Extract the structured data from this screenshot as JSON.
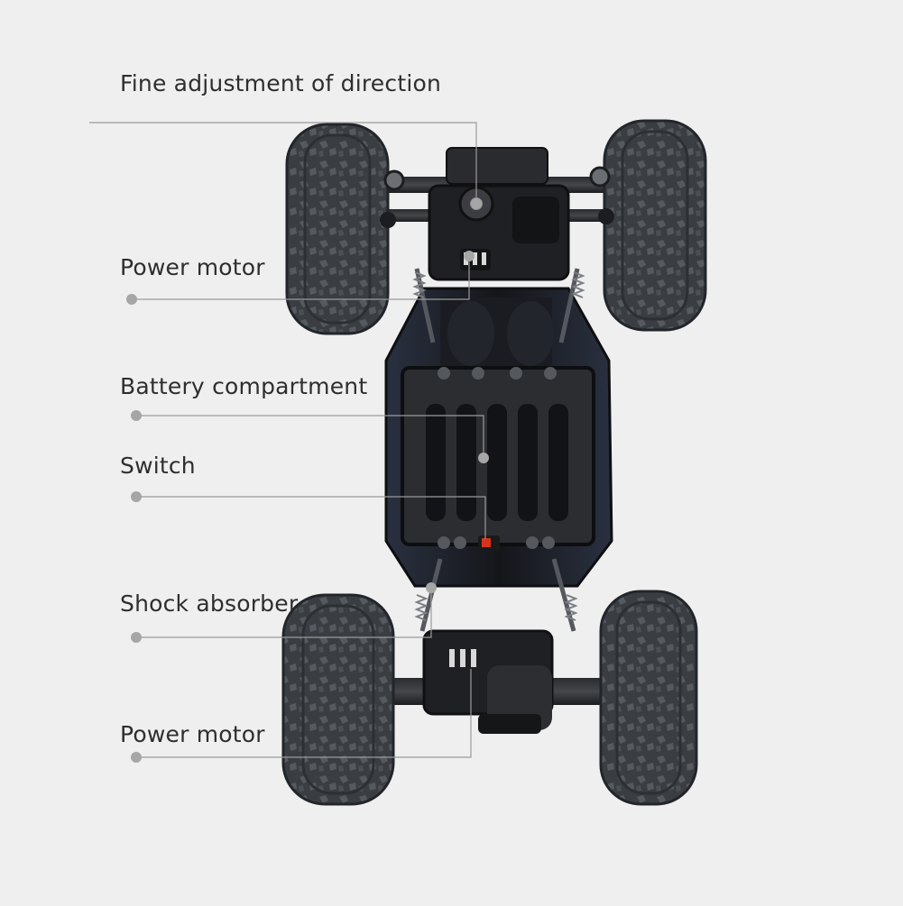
{
  "title": "",
  "callouts": [
    {
      "id": "fine",
      "label": "Fine adjustment of direction"
    },
    {
      "id": "pm1",
      "label": "Power motor"
    },
    {
      "id": "batt",
      "label": "Battery compartment"
    },
    {
      "id": "switch",
      "label": "Switch"
    },
    {
      "id": "shock",
      "label": "Shock absorber"
    },
    {
      "id": "pm2",
      "label": "Power motor"
    }
  ],
  "colors": {
    "background": "#efefef",
    "leader_line": "#9a9a9a",
    "tire": "#3a3e42",
    "chassis": "#1e1f22",
    "switch_red": "#d8321f"
  }
}
